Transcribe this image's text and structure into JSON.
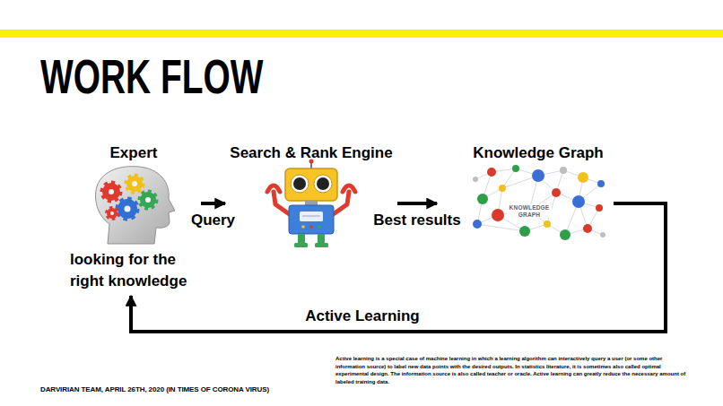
{
  "diagram": {
    "title": "WORK FLOW",
    "nodes": [
      {
        "text": [
          "Expert",
          "looking for the right knowledge"
        ]
      },
      {
        "text": [
          "Search & Rank Engine"
        ]
      },
      {
        "text": [
          "Knowledge Graph",
          "KNOWLEDGE GRAPH"
        ]
      }
    ],
    "edges": [
      {
        "from": 0,
        "to": 1,
        "label": "Query",
        "arrow": "to"
      },
      {
        "from": 1,
        "to": 2,
        "label": "Best results",
        "arrow": "to"
      },
      {
        "from": 2,
        "to": 0,
        "label": "Active Learning",
        "arrow": "to"
      }
    ],
    "labels": [
      "Active learning is a special case of machine learning in which a learning algorithm can interactively query a user (or some other information source) to label new data points with the desired outputs. In statistics literature, it is sometimes also called optimal experimental design. The information source is also called teacher or oracle. Active learning can greatly reduce the necessary amount of labeled training data.",
      "DARVIRIAN TEAM, APRIL 26TH, 2020 (IN TIMES OF CORONA VIRUS)"
    ]
  }
}
